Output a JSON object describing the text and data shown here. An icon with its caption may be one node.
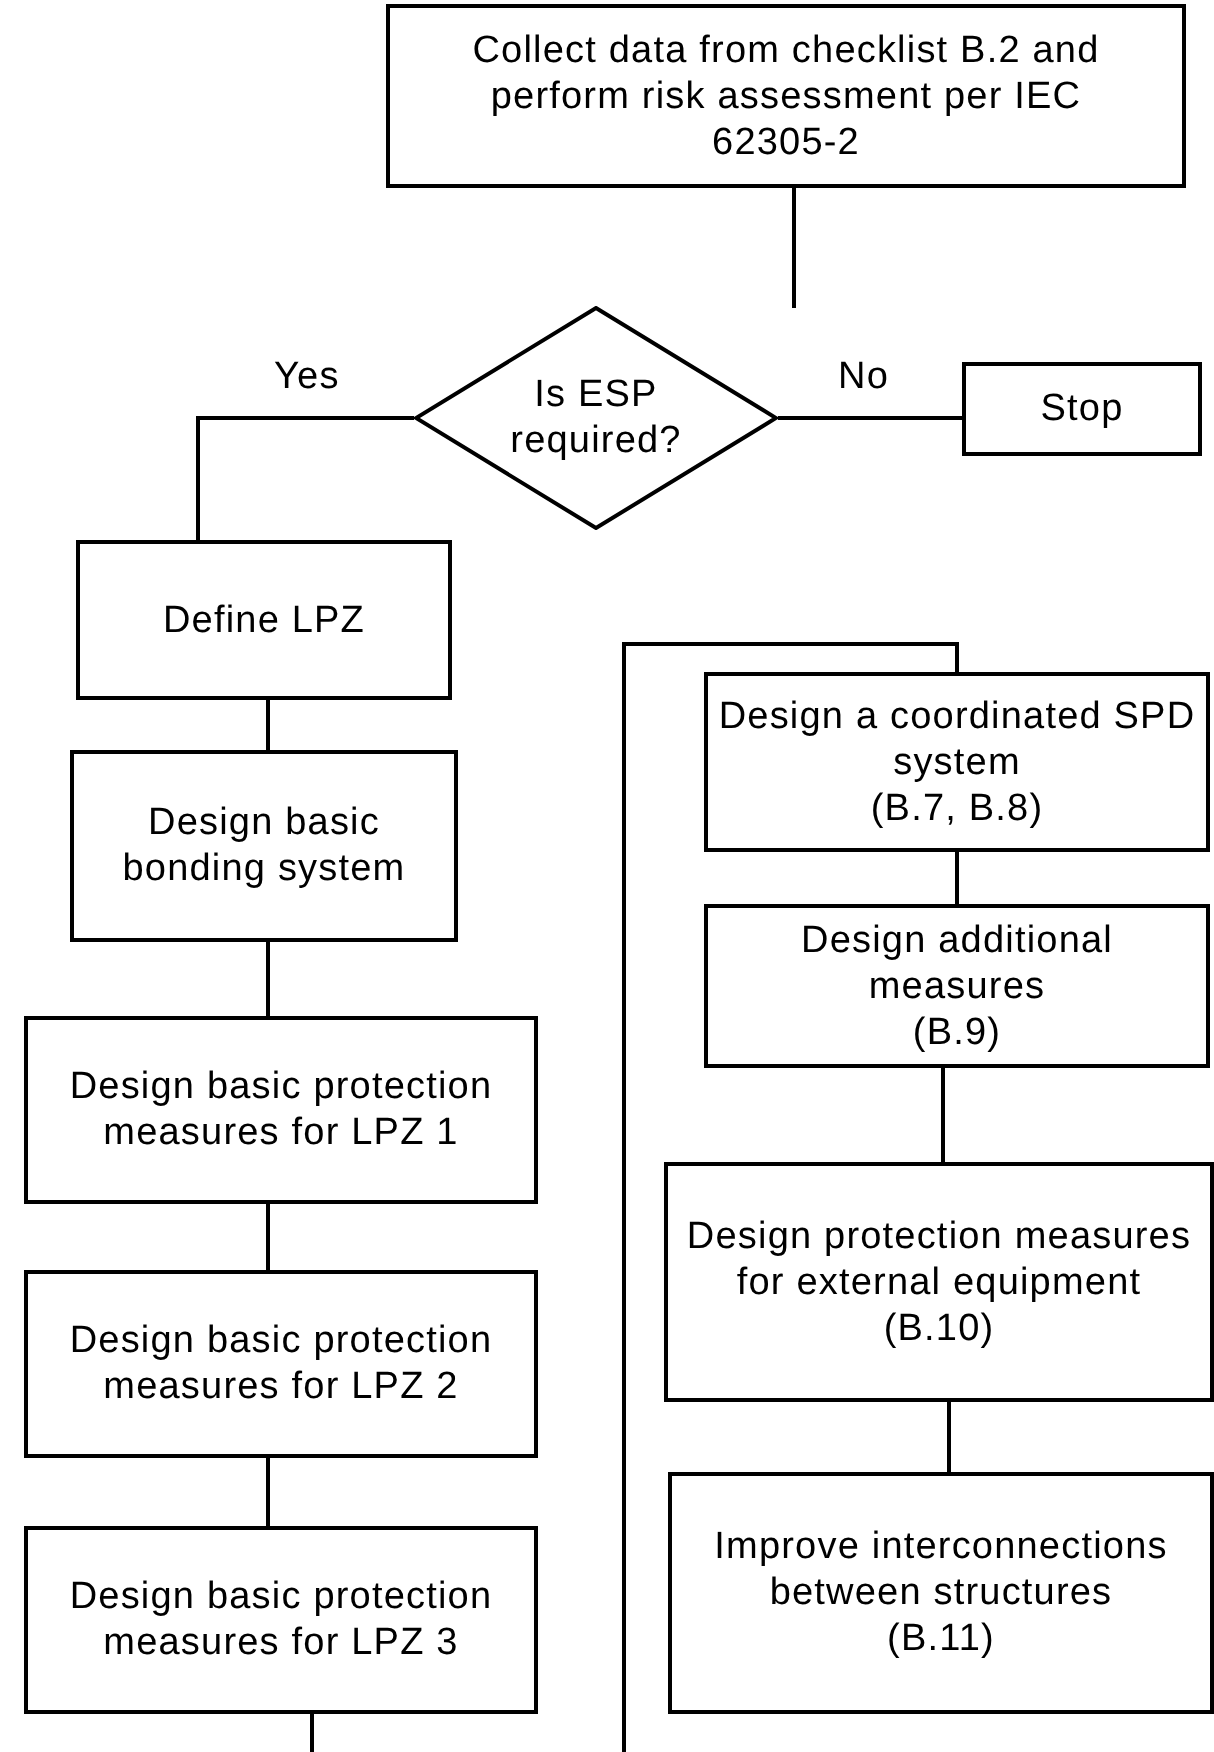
{
  "diagram": {
    "nodes": [
      {
        "text": [
          "Collect data from checklist B.2 and perform risk assessment per IEC 62305-2"
        ]
      },
      {
        "text": [
          "Is ESP required?"
        ]
      },
      {
        "text": [
          "Stop"
        ]
      },
      {
        "text": [
          "Define LPZ"
        ]
      },
      {
        "text": [
          "Design basic bonding system"
        ]
      },
      {
        "text": [
          "Design basic protection measures for LPZ 1"
        ]
      },
      {
        "text": [
          "Design basic protection measures for LPZ 2"
        ]
      },
      {
        "text": [
          "Design basic protection measures for LPZ 3"
        ]
      },
      {
        "text": [
          "Design a coordinated SPD system",
          "(B.7, B.8)"
        ]
      },
      {
        "text": [
          "Design additional measures",
          "(B.9)"
        ]
      },
      {
        "text": [
          "Design protection measures for external equipment",
          "(B.10)"
        ]
      },
      {
        "text": [
          "Improve interconnections between structures",
          "(B.11)"
        ]
      }
    ],
    "edges": [
      {
        "from": 0,
        "to": 1,
        "arrow": "none"
      },
      {
        "from": 1,
        "to": 3,
        "arrow": "none",
        "label": "Yes"
      },
      {
        "from": 1,
        "to": 2,
        "arrow": "none",
        "label": "No"
      },
      {
        "from": 3,
        "to": 4,
        "arrow": "none"
      },
      {
        "from": 4,
        "to": 5,
        "arrow": "none"
      },
      {
        "from": 5,
        "to": 6,
        "arrow": "none"
      },
      {
        "from": 6,
        "to": 7,
        "arrow": "none"
      },
      {
        "from": 7,
        "to": null,
        "arrow": "none"
      },
      {
        "from": null,
        "to": 8,
        "arrow": "none"
      },
      {
        "from": 8,
        "to": 9,
        "arrow": "none"
      },
      {
        "from": 9,
        "to": 10,
        "arrow": "none"
      },
      {
        "from": 10,
        "to": 11,
        "arrow": "none"
      }
    ]
  }
}
